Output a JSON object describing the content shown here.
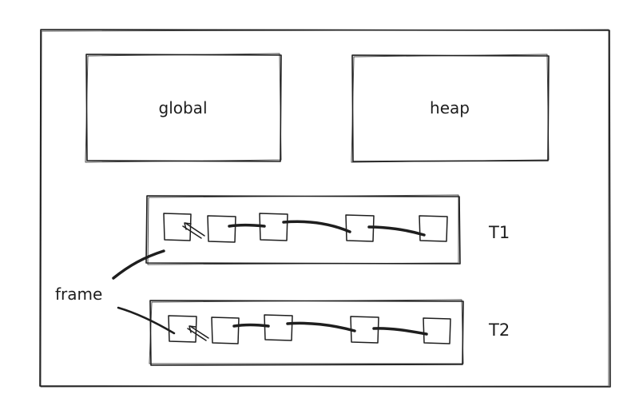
{
  "diagram": {
    "regions": {
      "global": {
        "label": "global"
      },
      "heap": {
        "label": "heap"
      }
    },
    "threads": [
      {
        "label": "T1"
      },
      {
        "label": "T2"
      }
    ],
    "annotations": {
      "frame": {
        "label": "frame"
      }
    },
    "colors": {
      "ink": "#1e1e1e",
      "background": "#ffffff"
    }
  }
}
